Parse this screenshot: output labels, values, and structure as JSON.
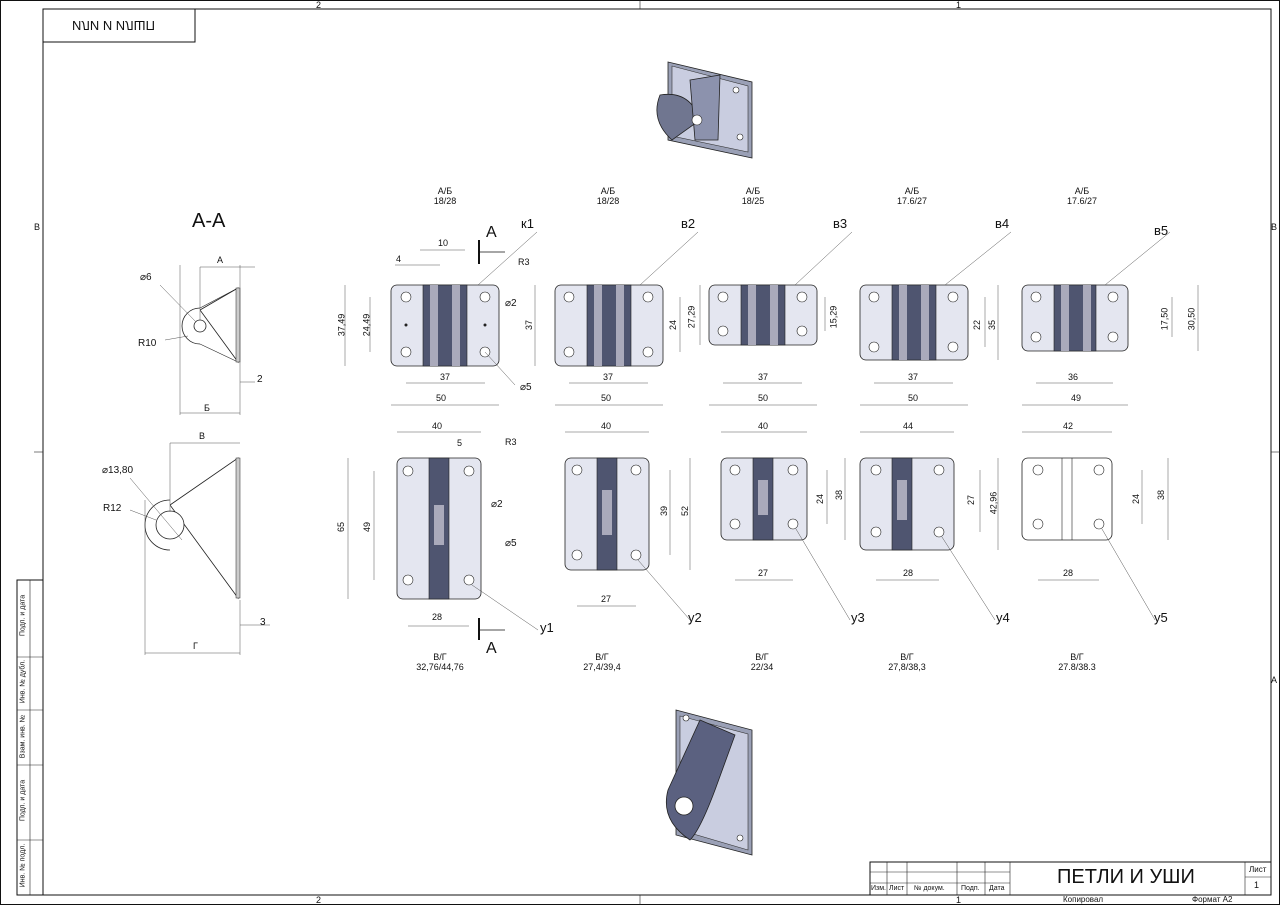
{
  "stamp_top_left": "ИЛИ И ИЛШП",
  "border_zones": {
    "top": [
      "2",
      "1"
    ],
    "bottom": [
      "2",
      "1"
    ],
    "left": [
      "В"
    ],
    "right": [
      "В",
      "А"
    ]
  },
  "section_title": "А-А",
  "section_dims_top": {
    "a": "А",
    "d6": "⌀6",
    "r10": "R10",
    "b": "Б",
    "two": "2"
  },
  "section_dims_bottom": {
    "v": "В",
    "d1380": "⌀13,80",
    "r12": "R12",
    "g": "Г",
    "three": "3"
  },
  "hinges_top": [
    {
      "label": "к1",
      "ab_title": "А/Б",
      "ab_value": "18/28",
      "w_outer": "50",
      "w_inner": "37",
      "h_outer": "37,49",
      "h_inner": "24,49",
      "extra": [
        "4",
        "10",
        "R3",
        "⌀2",
        "⌀5"
      ]
    },
    {
      "label": "в2",
      "ab_title": "А/Б",
      "ab_value": "18/28",
      "w_outer": "50",
      "w_inner": "37",
      "h_outer": "37",
      "h_inner": "24"
    },
    {
      "label": "в3",
      "ab_title": "А/Б",
      "ab_value": "18/25",
      "w_outer": "50",
      "w_inner": "37",
      "h_outer": "27,29",
      "h_inner": "15,29"
    },
    {
      "label": "в4",
      "ab_title": "А/Б",
      "ab_value": "17.6/27",
      "w_outer": "50",
      "w_inner": "37",
      "h_outer": "35",
      "h_inner": "22"
    },
    {
      "label": "в5",
      "ab_title": "А/Б",
      "ab_value": "17.6/27",
      "w_outer": "49",
      "w_inner": "36",
      "h_outer": "30,50",
      "h_inner": "17,50"
    }
  ],
  "hinges_bottom": [
    {
      "label": "у1",
      "vg_title": "В/Г",
      "vg_value": "32,76/44,76",
      "w_outer": "40",
      "w_inner": "28",
      "h_outer": "65",
      "h_inner": "49",
      "extra": [
        "5",
        "R3",
        "⌀2",
        "⌀5"
      ]
    },
    {
      "label": "у2",
      "vg_title": "В/Г",
      "vg_value": "27,4/39,4",
      "w_outer": "40",
      "w_inner": "27",
      "h_outer": "52",
      "h_inner": "39"
    },
    {
      "label": "у3",
      "vg_title": "В/Г",
      "vg_value": "22/34",
      "w_outer": "40",
      "w_inner": "27",
      "h_outer": "38",
      "h_inner": "24"
    },
    {
      "label": "у4",
      "vg_title": "В/Г",
      "vg_value": "27,8/38,3",
      "w_outer": "44",
      "w_inner": "28",
      "h_outer": "42,96",
      "h_inner": "27"
    },
    {
      "label": "у5",
      "vg_title": "В/Г",
      "vg_value": "27.8/38.3",
      "w_outer": "42",
      "w_inner": "28",
      "h_outer": "38",
      "h_inner": "24"
    }
  ],
  "section_marks": {
    "top": "А",
    "bottom": "А"
  },
  "side_table": [
    "Подп. и дата",
    "Инв. № дубл.",
    "Взам. инв. №",
    "Подп. и дата",
    "Инв. № подл."
  ],
  "title_block": {
    "title": "ПЕТЛИ И УШИ",
    "columns": [
      "Изм.",
      "Лист",
      "№ докум.",
      "Подп.",
      "Дата"
    ],
    "sheet_label": "Лист",
    "sheet_number": "1",
    "copied": "Копировал",
    "format": "Формат А2"
  }
}
